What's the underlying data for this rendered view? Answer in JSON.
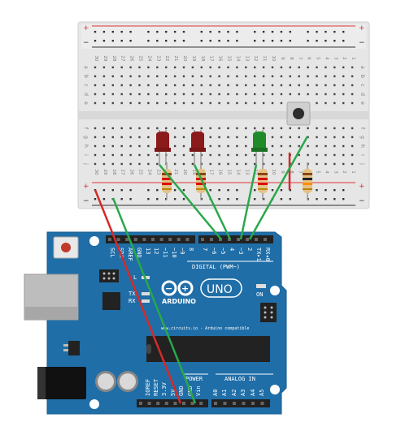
{
  "breadboard": {
    "rail_plus": "+",
    "rail_minus": "−",
    "column_numbers": [
      "30",
      "29",
      "28",
      "27",
      "26",
      "25",
      "24",
      "23",
      "22",
      "21",
      "20",
      "19",
      "18",
      "17",
      "16",
      "15",
      "14",
      "13",
      "12",
      "11",
      "10",
      "9",
      "8",
      "7",
      "6",
      "5",
      "4",
      "3",
      "2",
      "1"
    ],
    "row_letters_top": [
      "a",
      "b",
      "c",
      "d",
      "e"
    ],
    "row_letters_bottom": [
      "f",
      "g",
      "h",
      "i",
      "j"
    ]
  },
  "components": {
    "leds": [
      {
        "name": "led-red-1",
        "color": "#8b1a1a"
      },
      {
        "name": "led-red-2",
        "color": "#8b1a1a"
      },
      {
        "name": "led-green",
        "color": "#1f8a2a"
      }
    ],
    "button_color": "#2d2d2d",
    "resistor_color": "#e3c187"
  },
  "arduino": {
    "board_color": "#1f6ea8",
    "brand": "ARDUINO",
    "model": "UNO",
    "url_text": "www.circuits.io - Arduino compatible",
    "digital_header": "DIGITAL (PWM~)",
    "top_pin_labels": [
      "SCL",
      "SDA",
      "AREF",
      "GND",
      "13",
      "12",
      "~11",
      "~10",
      "~9",
      "8",
      "7",
      "~6",
      "~5",
      "4",
      "~3",
      "2",
      "TX▸1",
      "RX◂0"
    ],
    "power_header": "POWER",
    "analog_header": "ANALOG IN",
    "power_pins": [
      "IOREF",
      "RESET",
      "3.3V",
      "5V",
      "GND",
      "GND",
      "Vin"
    ],
    "analog_pins": [
      "A0",
      "A1",
      "A2",
      "A3",
      "A4",
      "A5"
    ],
    "led_labels": [
      "L",
      "TX",
      "RX"
    ],
    "on_label": "ON",
    "reset_label": "RESET"
  },
  "wires": [
    {
      "name": "wire-5v",
      "color": "#d42a2a"
    },
    {
      "name": "wire-gnd",
      "color": "#2aa84a"
    },
    {
      "name": "wire-pin",
      "color": "#2aa84a"
    }
  ]
}
